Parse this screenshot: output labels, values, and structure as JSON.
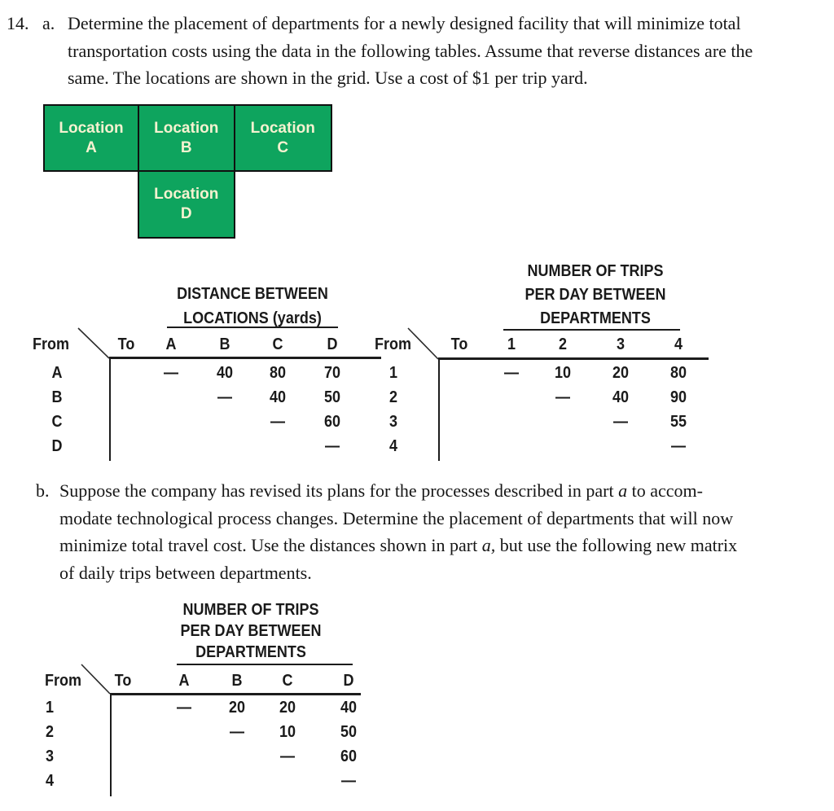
{
  "theme": {
    "green": "#0ea45e",
    "cream": "#f5f2d0",
    "ink": "#161616"
  },
  "problem": {
    "number": "14.",
    "part_a": {
      "label": "a.",
      "lines": [
        "Determine the placement of departments for a newly designed facility that will minimize total",
        "transportation costs using the data in the following tables. Assume that reverse distances are the",
        "same. The locations are shown in the grid. Use a cost of $1 per trip yard."
      ]
    },
    "part_b": {
      "label": "b.",
      "line1": {
        "pre": "Suppose the company has revised its plans for the processes described in part ",
        "italic": "a",
        "post": " to accom-"
      },
      "line2": "modate technological process changes. Determine the placement of departments that will now",
      "line3": {
        "pre": "minimize total travel cost. Use the distances shown in part ",
        "italic": "a,",
        "post": " but use the following new matrix"
      },
      "line4": "of daily trips between departments."
    }
  },
  "location_grid": {
    "boxes": [
      {
        "name": "A",
        "line1": "Location",
        "line2": "A"
      },
      {
        "name": "B",
        "line1": "Location",
        "line2": "B"
      },
      {
        "name": "C",
        "line1": "Location",
        "line2": "C"
      },
      {
        "name": "D",
        "line1": "Location",
        "line2": "D"
      }
    ]
  },
  "tables": [
    {
      "id": "distance-between-locations",
      "title_lines": [
        "DISTANCE BETWEEN",
        "LOCATIONS (yards)"
      ],
      "from_label": "From",
      "to_label": "To",
      "columns": [
        "A",
        "B",
        "C",
        "D"
      ],
      "rows": [
        {
          "label": "A",
          "values": [
            "—",
            "40",
            "80",
            "70"
          ]
        },
        {
          "label": "B",
          "values": [
            "",
            "—",
            "40",
            "50"
          ]
        },
        {
          "label": "C",
          "values": [
            "",
            "",
            "—",
            "60"
          ]
        },
        {
          "label": "D",
          "values": [
            "",
            "",
            "",
            "—"
          ]
        }
      ]
    },
    {
      "id": "trips-per-day-part-a",
      "title_lines": [
        "NUMBER OF TRIPS",
        "PER DAY BETWEEN",
        "DEPARTMENTS"
      ],
      "from_label": "From",
      "to_label": "To",
      "columns": [
        "1",
        "2",
        "3",
        "4"
      ],
      "rows": [
        {
          "label": "1",
          "values": [
            "—",
            "10",
            "20",
            "80"
          ]
        },
        {
          "label": "2",
          "values": [
            "",
            "—",
            "40",
            "90"
          ]
        },
        {
          "label": "3",
          "values": [
            "",
            "",
            "—",
            "55"
          ]
        },
        {
          "label": "4",
          "values": [
            "",
            "",
            "",
            "—"
          ]
        }
      ]
    },
    {
      "id": "trips-per-day-part-b",
      "title_lines": [
        "NUMBER OF TRIPS",
        "PER DAY BETWEEN",
        "DEPARTMENTS"
      ],
      "from_label": "From",
      "to_label": "To",
      "columns": [
        "A",
        "B",
        "C",
        "D"
      ],
      "rows": [
        {
          "label": "1",
          "values": [
            "—",
            "20",
            "20",
            "40"
          ]
        },
        {
          "label": "2",
          "values": [
            "",
            "—",
            "10",
            "50"
          ]
        },
        {
          "label": "3",
          "values": [
            "",
            "",
            "—",
            "60"
          ]
        },
        {
          "label": "4",
          "values": [
            "",
            "",
            "",
            "—"
          ]
        }
      ]
    }
  ]
}
